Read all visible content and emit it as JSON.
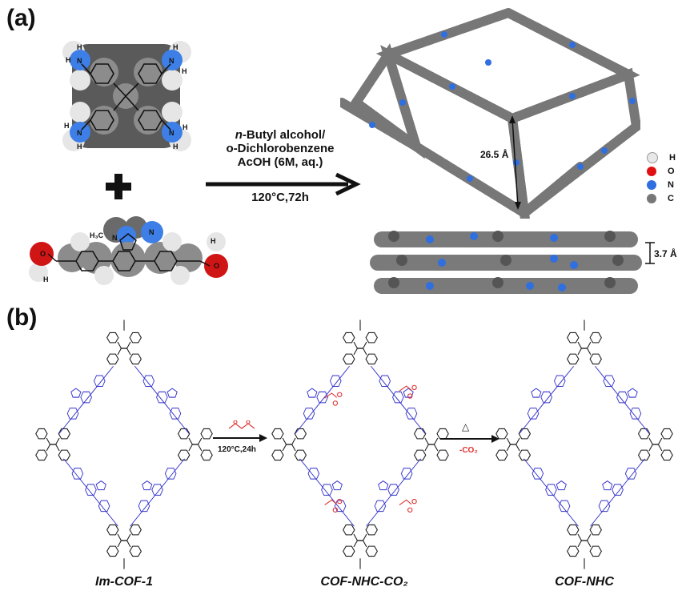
{
  "panel_a": {
    "label": "(a)",
    "conditions": {
      "line1_italic": "n",
      "line1_rest": "-Butyl alcohol/",
      "line2": "o-Dichlorobenzene",
      "line3": "AcOH (6M, aq.)",
      "line4": "120°C,72h"
    },
    "pore_size": "26.5 Å",
    "layer_spacing": "3.7 Å",
    "methyl_label": "H₃C",
    "atom_labels": {
      "n": "N",
      "h": "H",
      "o": "O"
    },
    "legend": [
      {
        "label": "H",
        "color": "#e8e8e8"
      },
      {
        "label": "O",
        "color": "#e01010"
      },
      {
        "label": "N",
        "color": "#2f6fe0"
      },
      {
        "label": "C",
        "color": "#777777"
      }
    ],
    "plus_icon": "plus-icon"
  },
  "panel_b": {
    "label": "(b)",
    "step1_condition": "120°C,24h",
    "step2_symbol": "△",
    "step2_condition": "-CO₂",
    "structures": [
      {
        "name": "Im-COF-1"
      },
      {
        "name": "COF-NHC-CO₂"
      },
      {
        "name": "COF-NHC"
      }
    ]
  },
  "colors": {
    "framework_black": "#1a1a1a",
    "linker_blue": "#3333cc",
    "co2_red": "#e03030",
    "carbon_grey": "#777777",
    "nitrogen_blue": "#2f6fe0"
  }
}
